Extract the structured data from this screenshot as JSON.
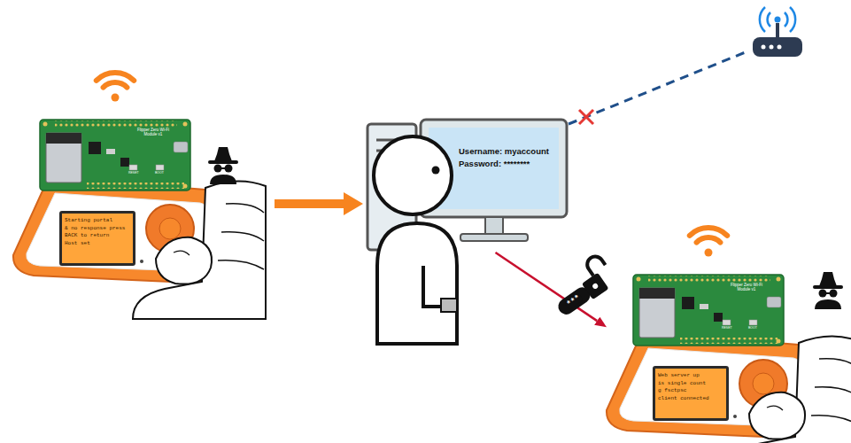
{
  "diagram": {
    "nodes": [
      {
        "text": [
          "Starting portal",
          "& no response press",
          "BACK to return",
          "Host set"
        ]
      },
      {
        "text": [
          "Username: myaccount",
          "Password: ********"
        ]
      },
      {
        "text": [
          "Web server up",
          "is single count",
          "g fsctpsc",
          "client connected"
        ]
      }
    ],
    "edges": [
      {
        "from": 0,
        "to": 1,
        "arrow": "to"
      },
      {
        "from": 1,
        "to": 2,
        "arrow": "to"
      }
    ],
    "labels": [
      "Flipper Zero Wi-Fi Module v1",
      "RESET",
      "BOOT",
      "Flipper Zero Wi-Fi Module v1",
      "RESET",
      "BOOT",
      "***"
    ]
  }
}
